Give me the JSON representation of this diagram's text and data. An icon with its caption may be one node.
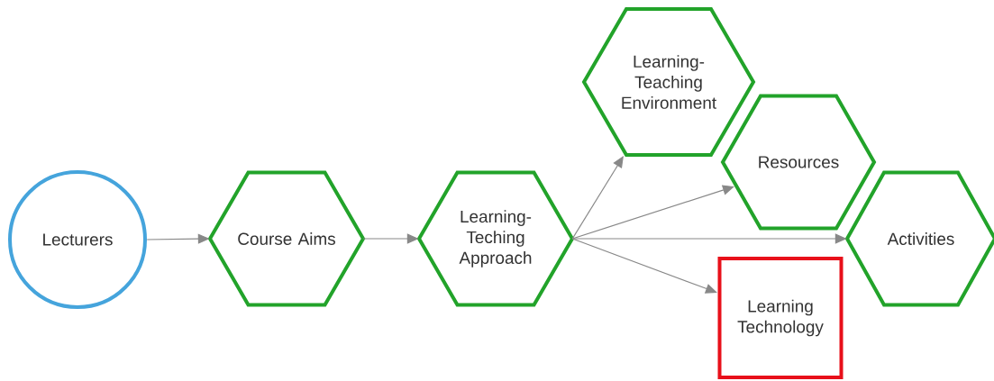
{
  "diagram": {
    "nodes": [
      {
        "text": [
          "Lecturers"
        ]
      },
      {
        "text": [
          "Course Aims"
        ]
      },
      {
        "text": [
          "Learning-Teching Approach"
        ]
      },
      {
        "text": [
          "Learning-Teaching Environment"
        ]
      },
      {
        "text": [
          "Resources"
        ]
      },
      {
        "text": [
          "Activities"
        ]
      },
      {
        "text": [
          "Learning Technology"
        ]
      }
    ],
    "edges": [
      {
        "from": 0,
        "to": 1,
        "arrow": "to"
      },
      {
        "from": 1,
        "to": 2,
        "arrow": "to"
      },
      {
        "from": 2,
        "to": 3,
        "arrow": "to"
      },
      {
        "from": 2,
        "to": 4,
        "arrow": "to"
      },
      {
        "from": 2,
        "to": 5,
        "arrow": "to"
      },
      {
        "from": 2,
        "to": 6,
        "arrow": "to"
      }
    ]
  }
}
